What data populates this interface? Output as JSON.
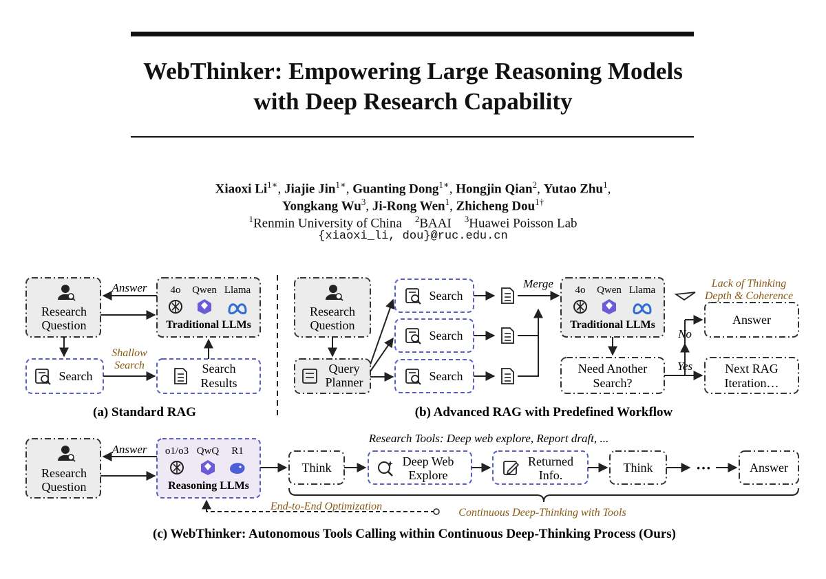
{
  "paper": {
    "title_line1": "WebThinker: Empowering Large Reasoning Models",
    "title_line2": "with Deep Research Capability",
    "authors_line1": [
      {
        "name": "Xiaoxi Li",
        "sup": "1∗"
      },
      {
        "name": "Jiajie Jin",
        "sup": "1∗"
      },
      {
        "name": "Guanting Dong",
        "sup": "1∗"
      },
      {
        "name": "Hongjin Qian",
        "sup": "2"
      },
      {
        "name": "Yutao Zhu",
        "sup": "1"
      }
    ],
    "authors_line2": [
      {
        "name": "Yongkang Wu",
        "sup": "3"
      },
      {
        "name": "Ji-Rong Wen",
        "sup": "1"
      },
      {
        "name": "Zhicheng Dou",
        "sup": "1†"
      }
    ],
    "affiliations": [
      {
        "sup": "1",
        "name": "Renmin University of China"
      },
      {
        "sup": "2",
        "name": "BAAI"
      },
      {
        "sup": "3",
        "name": "Huawei Poisson Lab"
      }
    ],
    "email": "{xiaoxi_li, dou}@ruc.edu.cn"
  },
  "figure": {
    "colors": {
      "purple": "#5a5fc4",
      "brown": "#8a5a12",
      "gray_fill": "#ececec",
      "dark": "#222222"
    },
    "model_labels": {
      "gpt": "4o",
      "qwen": "Qwen",
      "llama": "Llama",
      "o1": "o1/o3",
      "qwq": "QwQ",
      "r1": "R1"
    },
    "a": {
      "research_question": [
        "Research",
        "Question"
      ],
      "answer_label": "Answer",
      "llm_box": "Traditional LLMs",
      "search": "Search",
      "shallow_search": [
        "Shallow",
        "Search"
      ],
      "search_results": [
        "Search",
        "Results"
      ],
      "caption": "(a) Standard RAG"
    },
    "b": {
      "research_question": [
        "Research",
        "Question"
      ],
      "query_planner": [
        "Query",
        "Planner"
      ],
      "search": "Search",
      "merge": "Merge",
      "llm_box": "Traditional LLMs",
      "lack_note": [
        "Lack of Thinking",
        "Depth & Coherence"
      ],
      "answer": "Answer",
      "no": "No",
      "yes": "Yes",
      "need_search": [
        "Need Another",
        "Search?"
      ],
      "next_rag": [
        "Next RAG",
        "Iteration…"
      ],
      "caption": "(b) Advanced RAG with Predefined Workflow"
    },
    "c": {
      "research_question": [
        "Research",
        "Question"
      ],
      "answer_label": "Answer",
      "llm_box": "Reasoning LLMs",
      "tools_note": "Research Tools: Deep web explore, Report draft, ...",
      "think": "Think",
      "deep_web": [
        "Deep Web",
        "Explore"
      ],
      "returned": [
        "Returned",
        "Info."
      ],
      "ellipsis": "···",
      "answer": "Answer",
      "e2e": "End-to-End Optimization",
      "continuous": "Continuous Deep-Thinking with Tools",
      "caption": "(c) WebThinker: Autonomous Tools Calling within Continuous Deep-Thinking Process (Ours)"
    }
  }
}
